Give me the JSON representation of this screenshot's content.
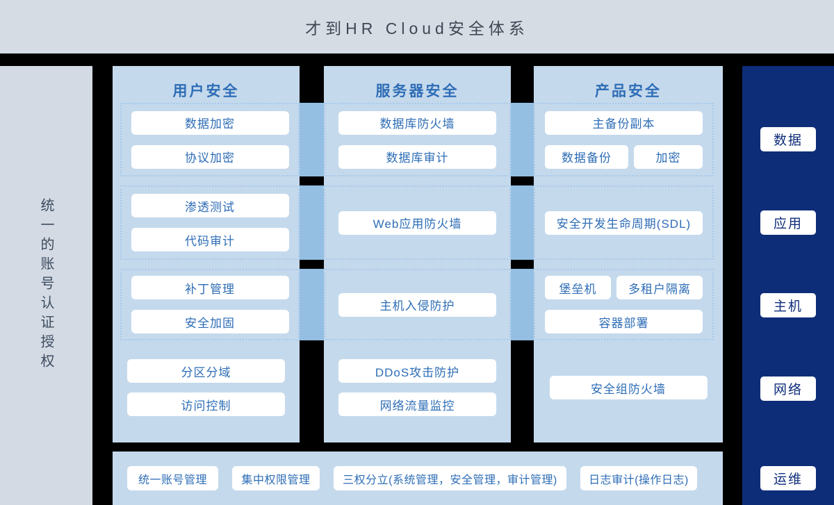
{
  "header": {
    "title": "才到HR Cloud安全体系"
  },
  "left_sidebar": {
    "label": "统一的账号认证授权"
  },
  "columns": [
    {
      "title": "用户安全",
      "rows": [
        {
          "items": [
            "数据加密",
            "协议加密"
          ]
        },
        {
          "items": [
            "渗透测试",
            "代码审计"
          ]
        },
        {
          "items": [
            "补丁管理",
            "安全加固"
          ]
        }
      ],
      "bottom": [
        "分区分域",
        "访问控制"
      ]
    },
    {
      "title": "服务器安全",
      "rows": [
        {
          "items": [
            "数据库防火墙",
            "数据库审计"
          ]
        },
        {
          "items": [
            "Web应用防火墙"
          ]
        },
        {
          "items": [
            "主机入侵防护"
          ]
        }
      ],
      "bottom": [
        "DDoS攻击防护",
        "网络流量监控"
      ]
    },
    {
      "title": "产品安全",
      "rows": [
        {
          "full_top": "主备份副本",
          "pair": [
            "数据备份",
            "加密"
          ]
        },
        {
          "items": [
            "安全开发生命周期(SDL)"
          ]
        },
        {
          "pair": [
            "堡垒机",
            "多租户隔离"
          ],
          "full_bottom": "容器部署"
        }
      ],
      "bottom": [
        "安全组防火墙"
      ]
    }
  ],
  "right_sidebar": {
    "items": [
      "数据",
      "应用",
      "主机",
      "网络",
      "运维"
    ]
  },
  "bottom_bar": {
    "items": [
      "统一账号管理",
      "集中权限管理",
      "三权分立(系统管理，安全管理，审计管理)",
      "日志审计(操作日志)"
    ]
  },
  "colors": {
    "header_bg": "#d6dce4",
    "left_sidebar_bg": "#d3dae3",
    "panel_bg": "#c5d9ec",
    "connector": "#94bfe3",
    "dashed_border": "#a6c9e9",
    "accent_blue_text": "#2e6db6",
    "navy_bg": "#0e2d79",
    "page_bg": "#000000"
  }
}
